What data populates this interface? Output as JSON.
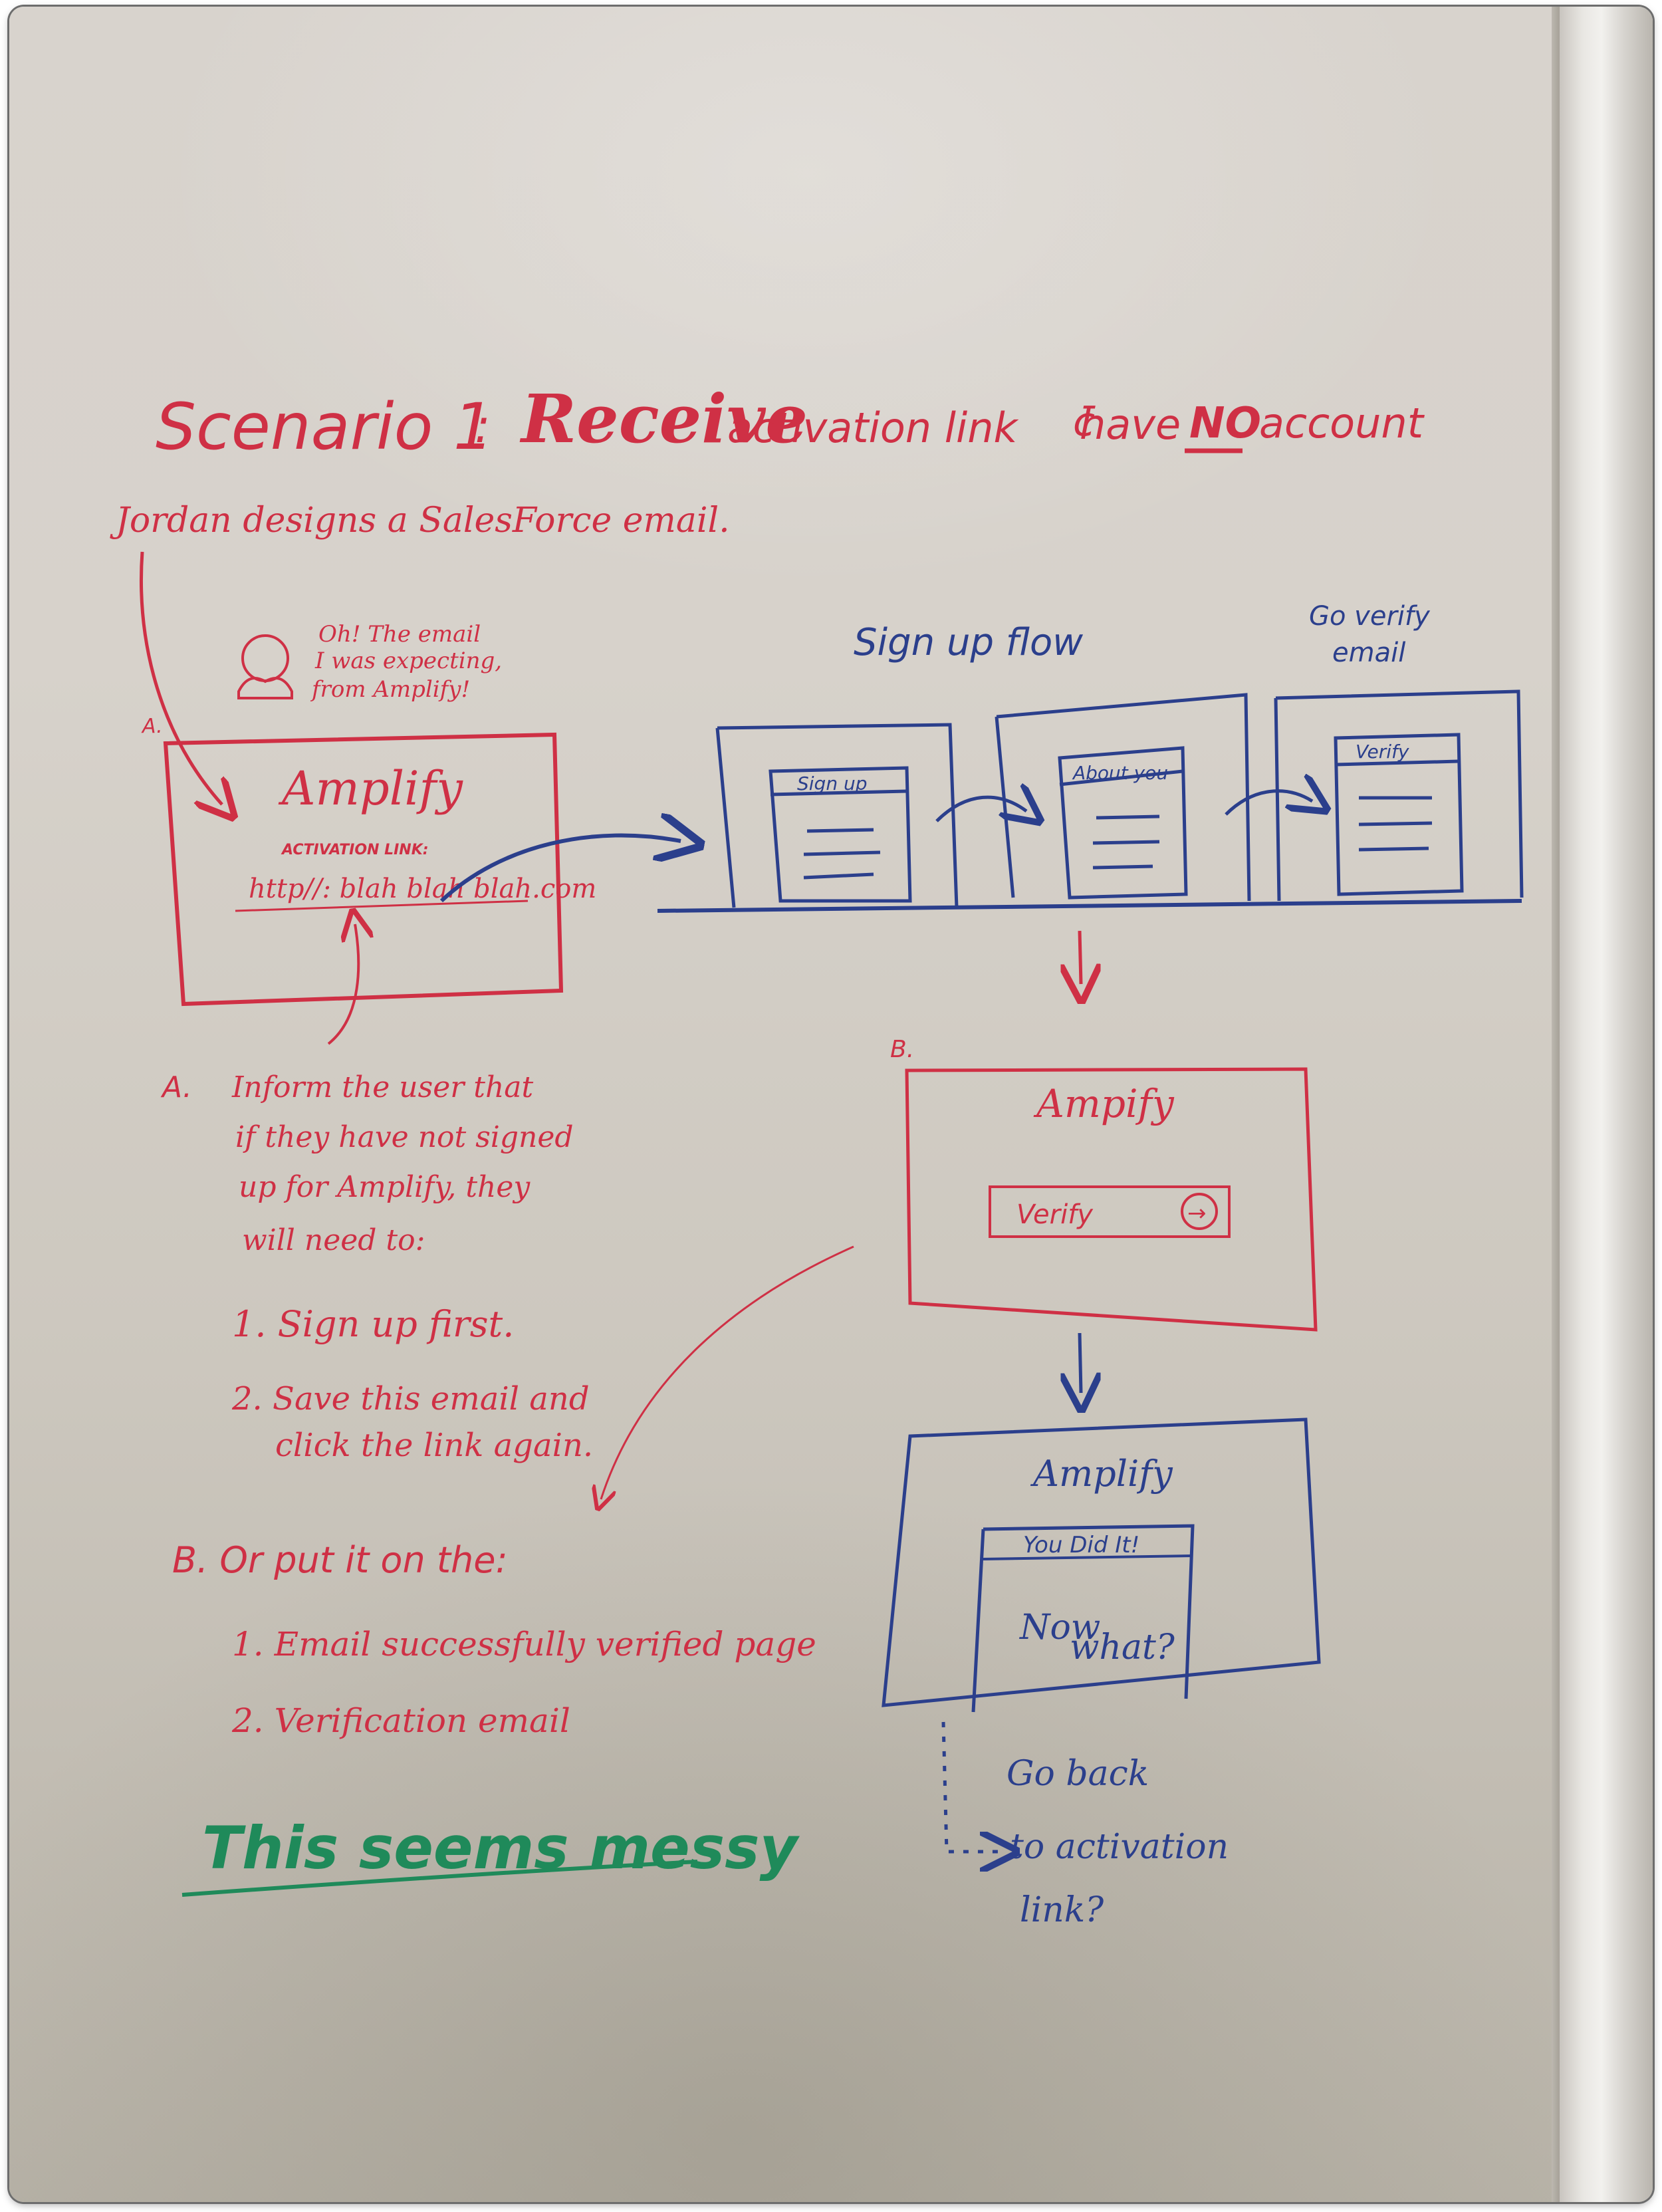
{
  "title": {
    "prefix": "Scenario 1",
    "colon": ":",
    "receive": "Receive",
    "rest_a": "activation link",
    "with": "c̄",
    "rest_b": "have",
    "no": "NO",
    "rest_c": "account"
  },
  "subtitle": "Jordan designs a SalesForce email.",
  "thought": {
    "line1": "Oh! The email",
    "line2": "I was expecting,",
    "line3": "from Amplify!"
  },
  "email_a": {
    "marker": "A.",
    "brand": "Amplify",
    "activation_label": "ACTIVATION LINK:",
    "link": "http//: blah blah blah.com"
  },
  "signup_flow": {
    "heading": "Sign up flow",
    "verify_heading_1": "Go verify",
    "verify_heading_2": "email",
    "screens": [
      "Sign up",
      "About you",
      "Verify"
    ]
  },
  "notes_a": {
    "marker": "A.",
    "line1": "Inform the user that",
    "line2": "if they have not signed",
    "line3": "up for Amplify, they",
    "line4": "will need to:",
    "step1": "1. Sign up first.",
    "step2a": "2. Save this email and",
    "step2b": "click the link again."
  },
  "screen_b": {
    "marker": "B.",
    "brand": "Ampify",
    "button": "Verify",
    "arrow_icon": "→"
  },
  "screen_done": {
    "brand": "Amplify",
    "banner": "You Did It!",
    "body1": "Now",
    "body2": "what?"
  },
  "go_back": {
    "line1": "Go back",
    "line2": "to activation",
    "line3": "link?"
  },
  "notes_b": {
    "heading": "B. Or put it on the:",
    "item1": "1. Email successfully verified page",
    "item2": "2. Verification email"
  },
  "comment": "This seems messy",
  "colors": {
    "red_marker": "#cf3045",
    "blue_marker": "#2b3f8c",
    "green_marker": "#1f8a5a",
    "board": "#d6d1ca"
  }
}
